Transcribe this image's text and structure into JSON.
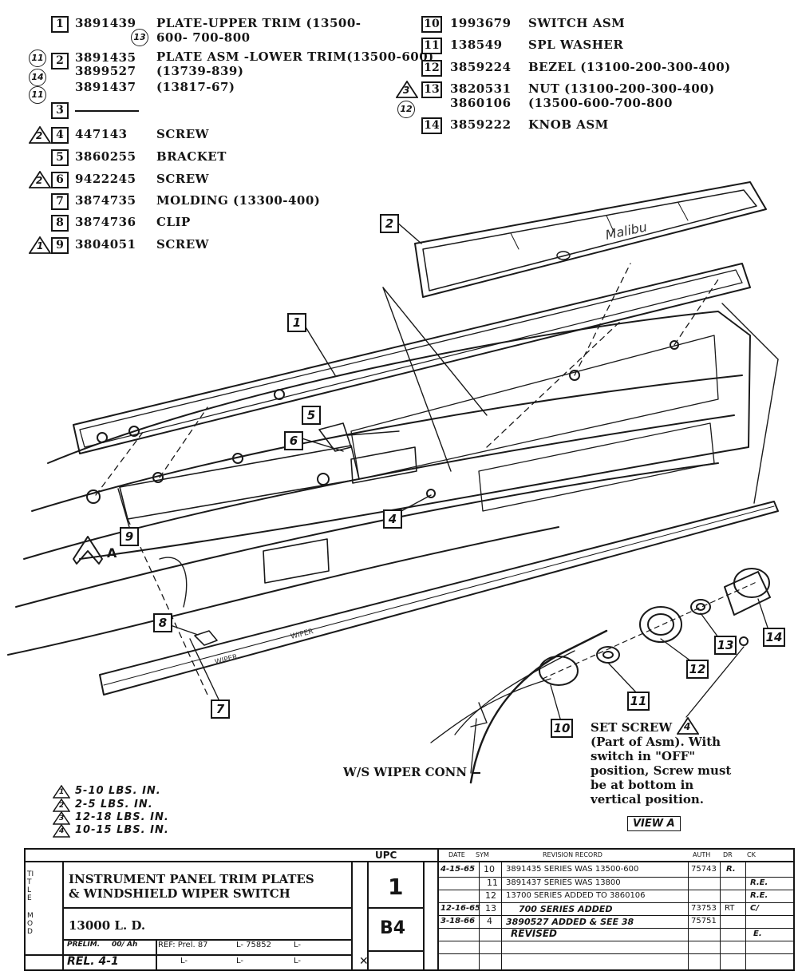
{
  "parts_left": [
    {
      "ref": "1",
      "num": "3891439",
      "desc": "PLATE-UPPER TRIM (13500-",
      "desc2": "600- 700-800",
      "sub": "13"
    },
    {
      "ref": "2",
      "num": "3891435",
      "desc": "PLATE ASM -LOWER TRIM(13500-600)",
      "sub": "11"
    },
    {
      "ref": "",
      "num": "3899527",
      "desc": "(13739-839)",
      "sub": "14"
    },
    {
      "ref": "",
      "num": "3891437",
      "desc": "(13817-67)",
      "sub": "11"
    },
    {
      "ref": "3",
      "num": "",
      "desc": ""
    },
    {
      "ref": "4",
      "num": "447143",
      "desc": "SCREW",
      "torque": "2"
    },
    {
      "ref": "5",
      "num": "3860255",
      "desc": "BRACKET"
    },
    {
      "ref": "6",
      "num": "9422245",
      "desc": "SCREW",
      "torque": "2"
    },
    {
      "ref": "7",
      "num": "3874735",
      "desc": "MOLDING (13300-400)"
    },
    {
      "ref": "8",
      "num": "3874736",
      "desc": "CLIP"
    },
    {
      "ref": "9",
      "num": "3804051",
      "desc": "SCREW",
      "torque": "1"
    }
  ],
  "parts_right": [
    {
      "ref": "10",
      "num": "1993679",
      "desc": "SWITCH ASM"
    },
    {
      "ref": "11",
      "num": "138549",
      "desc": "SPL WASHER"
    },
    {
      "ref": "12",
      "num": "3859224",
      "desc": "BEZEL (13100-200-300-400)"
    },
    {
      "ref": "13",
      "num": "3820531",
      "desc": "NUT (13100-200-300-400)",
      "torque": "3"
    },
    {
      "ref": "",
      "num": "3860106",
      "desc": "(13500-600-700-800",
      "sub": "12"
    },
    {
      "ref": "14",
      "num": "3859222",
      "desc": "KNOB ASM"
    }
  ],
  "callouts": {
    "c1": "1",
    "c2": "2",
    "c4": "4",
    "c5": "5",
    "c6": "6",
    "c7": "7",
    "c8": "8",
    "c9": "9",
    "c10": "10",
    "c11": "11",
    "c12": "12",
    "c13": "13",
    "c14": "14",
    "view_a": "A"
  },
  "labels": {
    "wiper_conn": "W/S WIPER CONN",
    "set_screw_title": "SET SCREW",
    "set_screw_torque": "4",
    "set_screw_lines": [
      "(Part of Asm). With",
      "switch in \"OFF\"",
      "position, Screw must",
      "be at bottom in",
      "vertical position."
    ],
    "view_box": "VIEW A",
    "view_letter": "A",
    "molding_text_1": "WIPER",
    "molding_text_2": "WIPER",
    "emblem": "Malibu"
  },
  "torque_legend": [
    {
      "n": "1",
      "text": "5-10 LBS. IN."
    },
    {
      "n": "2",
      "text": "2-5 LBS. IN."
    },
    {
      "n": "3",
      "text": "12-18 LBS. IN."
    },
    {
      "n": "4",
      "text": "10-15 LBS. IN."
    }
  ],
  "title_block": {
    "upc_header": "UPC",
    "title_side": "TITLE",
    "mod_side": "MOD",
    "title_line1": "INSTRUMENT PANEL TRIM PLATES",
    "title_line2": "& WINDSHIELD WIPER SWITCH",
    "model": "13000 L. D.",
    "upc": "1",
    "sheet": "B4",
    "prel": "PRELIM.",
    "date_short": "00/ Ah",
    "rel": "REL. 4-1",
    "ref": "REF: Prel. 87",
    "l_code": "L- 75852",
    "l1": "L-",
    "l2": "L-",
    "l3": "L-",
    "l4": "L-",
    "rev_headers": [
      "DATE",
      "SYM",
      "REVISION RECORD",
      "AUTH",
      "DR",
      "CK"
    ],
    "revisions": [
      {
        "date": "4-15-65",
        "sym": "10",
        "text": "3891435 SERIES WAS 13500-600",
        "auth": "75743",
        "dr": "R.",
        "ck": ""
      },
      {
        "date": "",
        "sym": "11",
        "text": "3891437 SERIES WAS 13800",
        "auth": "",
        "dr": "",
        "ck": "R.E."
      },
      {
        "date": "",
        "sym": "12",
        "text": "13700 SERIES ADDED TO 3860106",
        "auth": "",
        "dr": "",
        "ck": "R.E."
      },
      {
        "date": "12-16-65",
        "sym": "13",
        "text": "700 SERIES ADDED",
        "auth": "73753",
        "dr": "RT",
        "ck": "C/"
      },
      {
        "date": "3-18-66",
        "sym": "4",
        "text": "3890527 ADDED & SEE 38",
        "auth": "75751",
        "dr": "",
        "ck": ""
      },
      {
        "date": "",
        "sym": "",
        "text": "REVISED",
        "auth": "",
        "dr": "",
        "ck": "E."
      }
    ]
  }
}
